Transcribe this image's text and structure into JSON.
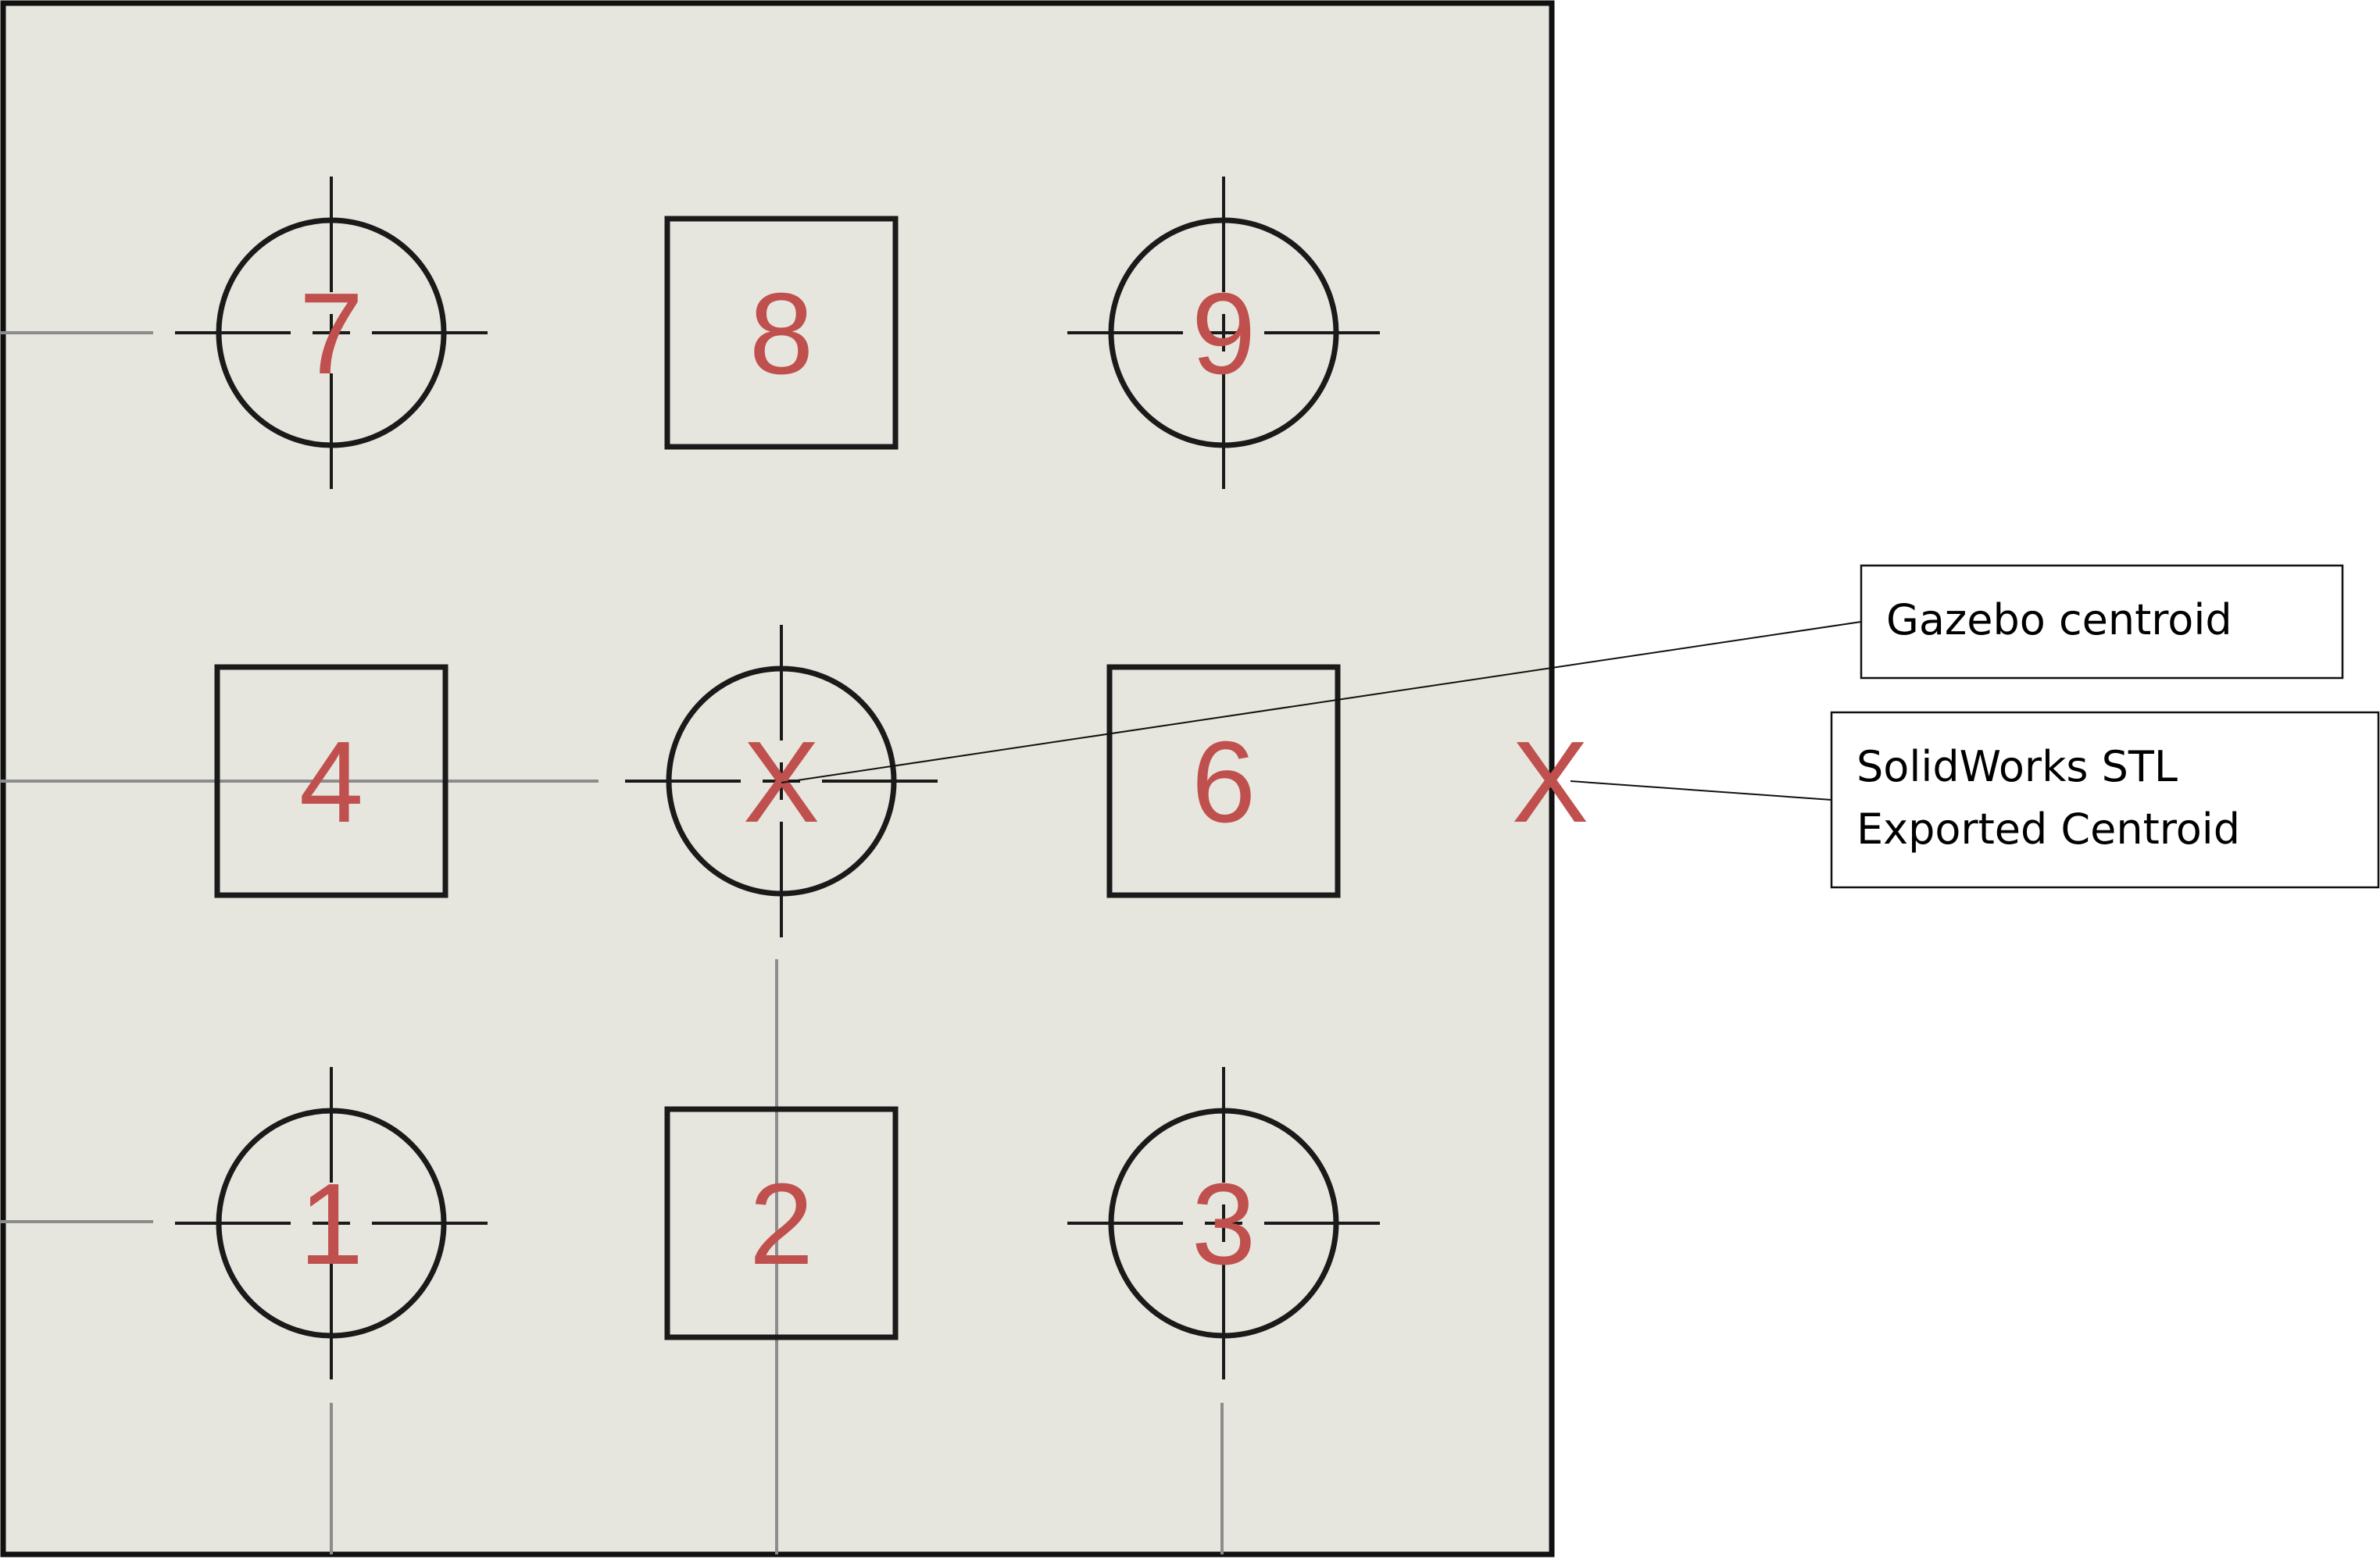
{
  "diagram": {
    "colors": {
      "plate": "#e6e6de",
      "outline": "#111111",
      "feature_stroke": "#1a1a1a",
      "centerline": "#8c8c8c",
      "label": "#c0504d",
      "callout_box": "#ffffff"
    },
    "features": [
      {
        "label": "7",
        "shape": "circle"
      },
      {
        "label": "8",
        "shape": "square"
      },
      {
        "label": "9",
        "shape": "circle"
      },
      {
        "label": "4",
        "shape": "square"
      },
      {
        "label": "X",
        "shape": "circle"
      },
      {
        "label": "6",
        "shape": "square"
      },
      {
        "label": "1",
        "shape": "circle"
      },
      {
        "label": "2",
        "shape": "square"
      },
      {
        "label": "3",
        "shape": "circle"
      }
    ],
    "outside_marker": {
      "label": "X"
    },
    "callouts": [
      {
        "lines": [
          "Gazebo centroid"
        ]
      },
      {
        "lines": [
          "SolidWorks STL",
          "Exported Centroid"
        ]
      }
    ]
  }
}
